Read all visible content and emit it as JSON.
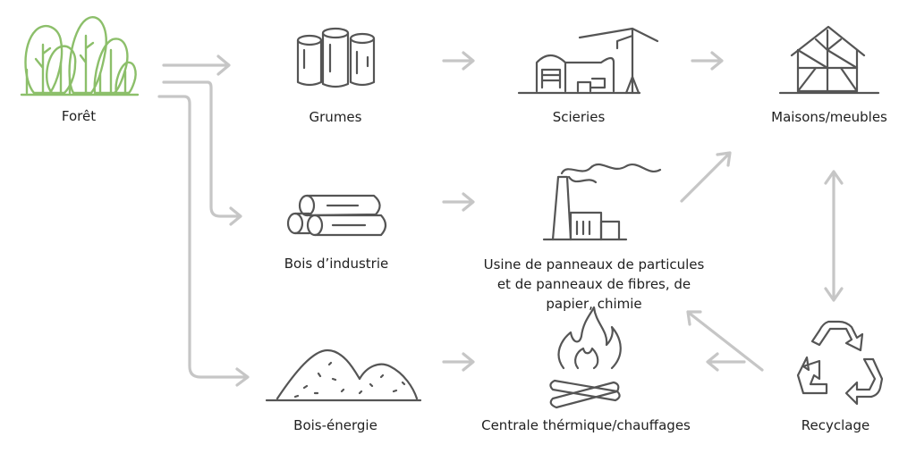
{
  "nodes": {
    "foret": "Forêt",
    "grumes": "Grumes",
    "scieries": "Scieries",
    "maisons": "Maisons/meubles",
    "bois_industrie": "Bois d’industrie",
    "usine": "Usine de panneaux de particules et de panneaux de fibres, de papier, chimie",
    "bois_energie": "Bois-énergie",
    "centrale": "Centrale thérmique/chauffages",
    "recyclage": "Recyclage"
  },
  "icons": {
    "foret": "forest-icon",
    "grumes": "log-stack-icon",
    "scieries": "sawmill-icon",
    "maisons": "timber-house-icon",
    "bois_industrie": "log-pile-icon",
    "usine": "factory-icon",
    "bois_energie": "wood-chip-pile-icon",
    "centrale": "campfire-icon",
    "recyclage": "recycle-icon"
  },
  "colors": {
    "forest_green": "#8cbf6a",
    "icon_stroke": "#555555",
    "arrow_gray": "#c6c6c6"
  }
}
